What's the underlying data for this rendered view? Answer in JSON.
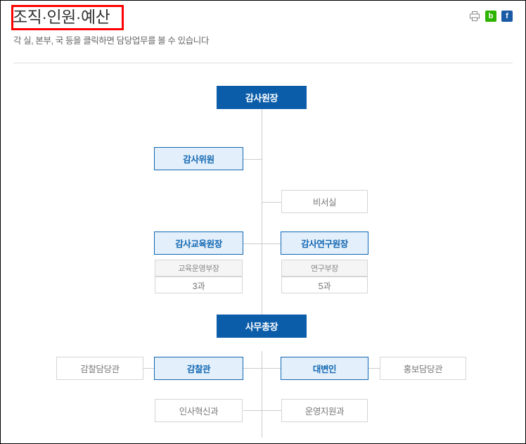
{
  "header": {
    "title": "조직·인원·예산",
    "subtitle": "각 실, 본부, 국 등을 클릭하면 담당업무를 볼 수 있습니다",
    "highlight_color": "#ff0000",
    "icons": [
      {
        "name": "print-icon",
        "label": ""
      },
      {
        "name": "naver-blog-icon",
        "label": "b"
      },
      {
        "name": "facebook-icon",
        "label": "f"
      }
    ]
  },
  "colors": {
    "head_fill": "#0b5daa",
    "head_text": "#ffffff",
    "blue_fill": "#e3effb",
    "blue_border": "#1267b2",
    "blue_text": "#1267b2",
    "plain_border": "#d5d5d5",
    "plain_text": "#777777",
    "gray_fill": "#f5f5f5",
    "gray_text": "#888888",
    "line": "#cccccc",
    "divider": "#dddddd"
  },
  "org_chart": {
    "nodes": [
      {
        "id": "chairman",
        "label": "감사원장",
        "style": "head"
      },
      {
        "id": "audit-commissioner",
        "label": "감사위원",
        "style": "blue"
      },
      {
        "id": "secretariat-office",
        "label": "비서실",
        "style": "plain"
      },
      {
        "id": "audit-edu-director",
        "label": "감사교육원장",
        "style": "blue"
      },
      {
        "id": "edu-ops-director",
        "label": "교육운영부장",
        "style": "gray"
      },
      {
        "id": "edu-divisions",
        "label": "3과",
        "style": "plain"
      },
      {
        "id": "audit-res-director",
        "label": "감사연구원장",
        "style": "blue"
      },
      {
        "id": "research-director",
        "label": "연구부장",
        "style": "gray"
      },
      {
        "id": "res-divisions",
        "label": "5과",
        "style": "plain"
      },
      {
        "id": "secretary-general",
        "label": "사무총장",
        "style": "head"
      },
      {
        "id": "inspection-officer",
        "label": "감찰담당관",
        "style": "plain"
      },
      {
        "id": "inspector",
        "label": "감찰관",
        "style": "blue"
      },
      {
        "id": "spokesperson",
        "label": "대변인",
        "style": "blue"
      },
      {
        "id": "pr-officer",
        "label": "홍보담당관",
        "style": "plain"
      },
      {
        "id": "hr-innovation",
        "label": "인사혁신과",
        "style": "plain"
      },
      {
        "id": "operations-support",
        "label": "운영지원과",
        "style": "plain"
      }
    ]
  }
}
